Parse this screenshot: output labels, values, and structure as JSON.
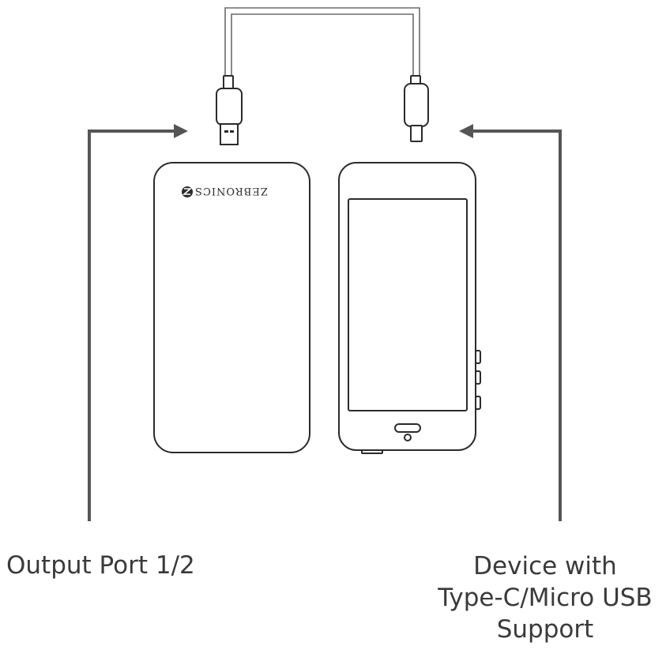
{
  "brand": {
    "name": "ZEBRONICS"
  },
  "labels": {
    "output_port": "Output Port 1/2",
    "device_lines": [
      "Device with",
      "Type-C/Micro USB",
      "Support"
    ]
  },
  "colors": {
    "outline": "#2b2b2b",
    "arrow": "#555555",
    "cable": "#666666",
    "text": "#3a3a3a"
  },
  "icons": {
    "usb_a_plug": "usb-a-plug-icon",
    "usb_c_plug": "usb-c-plug-icon",
    "arrow_left": "arrow-left-icon",
    "brand_logo": "zebronics-logo-icon"
  }
}
